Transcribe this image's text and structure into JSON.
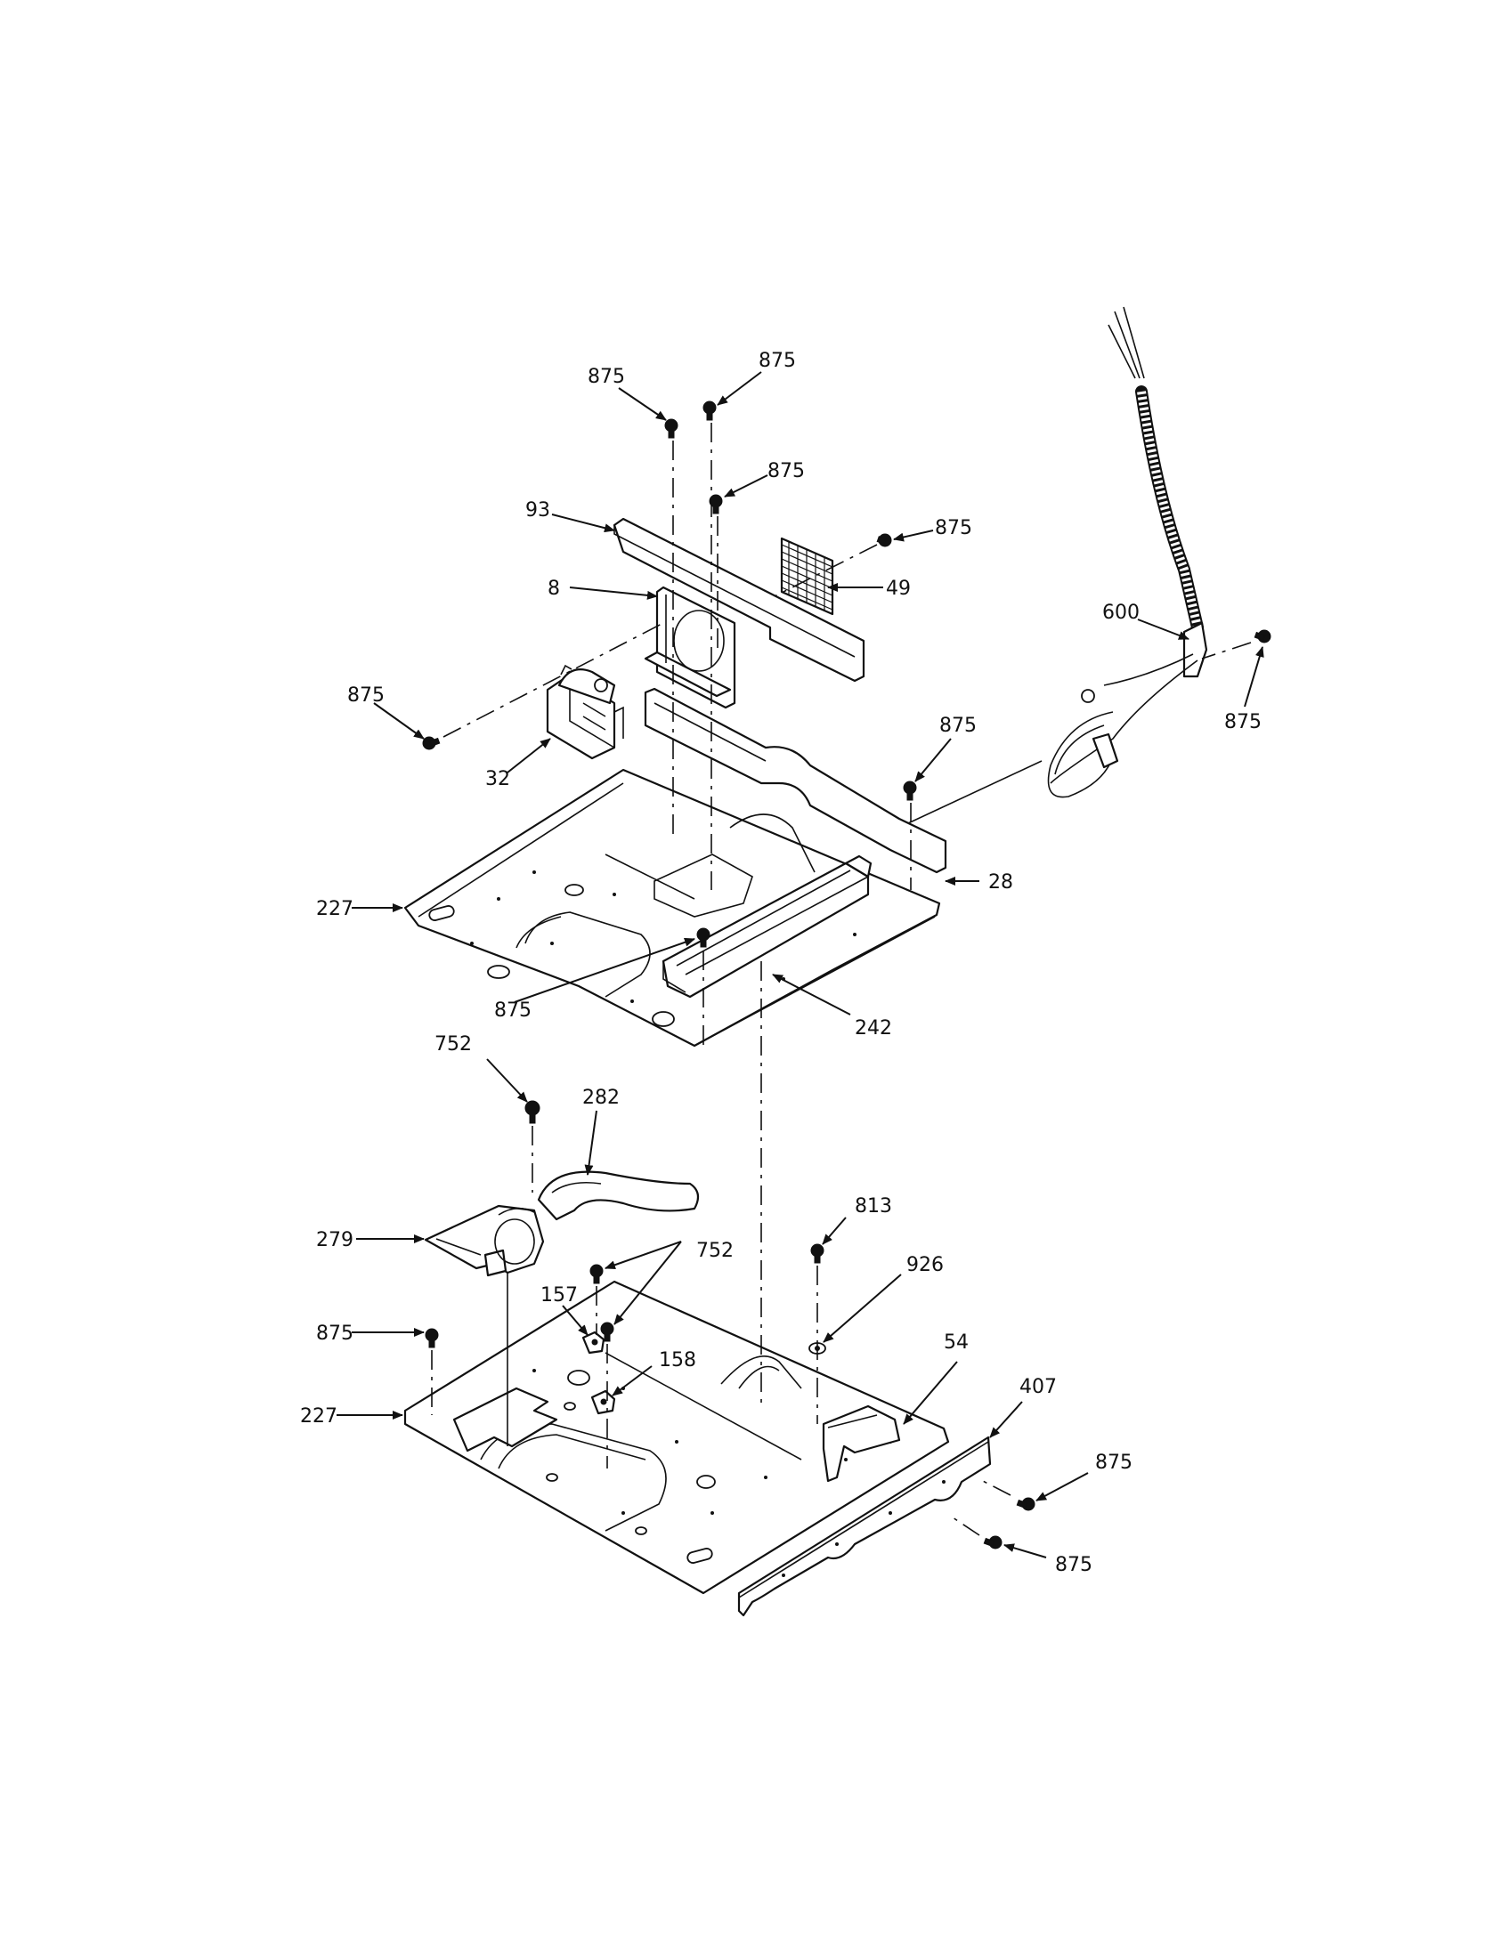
{
  "diagram": {
    "part_labels": {
      "screw_a": "875",
      "screw_b": "875",
      "screw_c": "875",
      "screw_d": "875",
      "bracket_93": "93",
      "bracket_8": "8",
      "grille_49": "49",
      "screw_left": "875",
      "motor_32": "32",
      "cord_600": "600",
      "screw_cord": "875",
      "screw_28": "875",
      "panel_28": "28",
      "base_top_227": "227",
      "screw_base": "875",
      "channel_242": "242",
      "screw_752_top": "752",
      "duct_282": "282",
      "blower_279": "279",
      "screw_813": "813",
      "screws_752": "752",
      "switch_157": "157",
      "washer_926": "926",
      "screw_875_lower": "875",
      "switch_158": "158",
      "bracket_54": "54",
      "base_bottom_227": "227",
      "panel_407": "407",
      "screw_407_a": "875",
      "screw_407_b": "875"
    }
  }
}
